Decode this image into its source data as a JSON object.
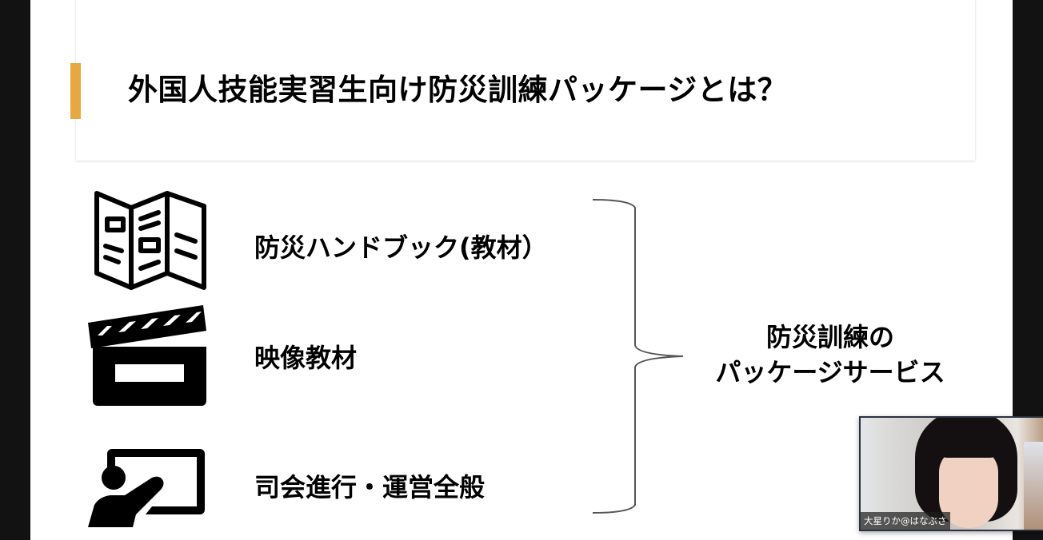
{
  "slide": {
    "title": "外国人技能実習生向け防災訓練パッケージとは？",
    "accent_color": "#E8A83E",
    "items": [
      {
        "icon": "folded-map-icon",
        "label": "防災ハンドブック(教材）"
      },
      {
        "icon": "clapperboard-icon",
        "label": "映像教材"
      },
      {
        "icon": "presenter-whiteboard-icon",
        "label": "司会進行・運営全般"
      }
    ],
    "summary": {
      "line1": "防災訓練の",
      "line2": "パッケージサービス"
    }
  },
  "video": {
    "participant_name": "大星りか@はなぶさ"
  }
}
